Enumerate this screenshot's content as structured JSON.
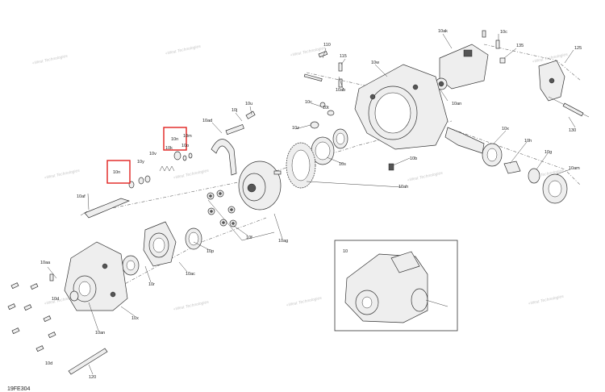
{
  "diagram": {
    "code": "19FE304",
    "watermark": "+West Technologies",
    "highlight_color": "#e0211f",
    "labels": {
      "l110": "110",
      "l115": "115",
      "l10ak": "10ak",
      "l10c": "10c",
      "l135": "135",
      "l125": "125",
      "l10ad": "10ad",
      "l10j": "10j",
      "l10u": "10u",
      "l10n_top": "10n",
      "l10m": "10m",
      "l10k": "10k",
      "l10o": "10o",
      "l10v": "10v",
      "l10y": "10y",
      "l10n_left": "10n",
      "l10af": "10af",
      "l10w": "10w",
      "l10ab": "10ab",
      "l10t": "10t",
      "l10z": "10z",
      "l10s": "10s",
      "l10b": "10b",
      "l10an": "10an",
      "l130": "130",
      "l10x_right": "10x",
      "l10h": "10h",
      "l10g": "10g",
      "l10am": "10am",
      "l10ah": "10ah",
      "l10ag": "10ag",
      "l10f": "10f",
      "l10p": "10p",
      "l10ac": "10ac",
      "l10r": "10r",
      "l10aa": "10aa",
      "l10d_left": "10d",
      "l10an_left": "10an",
      "l10x_low": "10x",
      "l10d_low": "10d",
      "l120": "120",
      "l10_inset": "10"
    }
  }
}
